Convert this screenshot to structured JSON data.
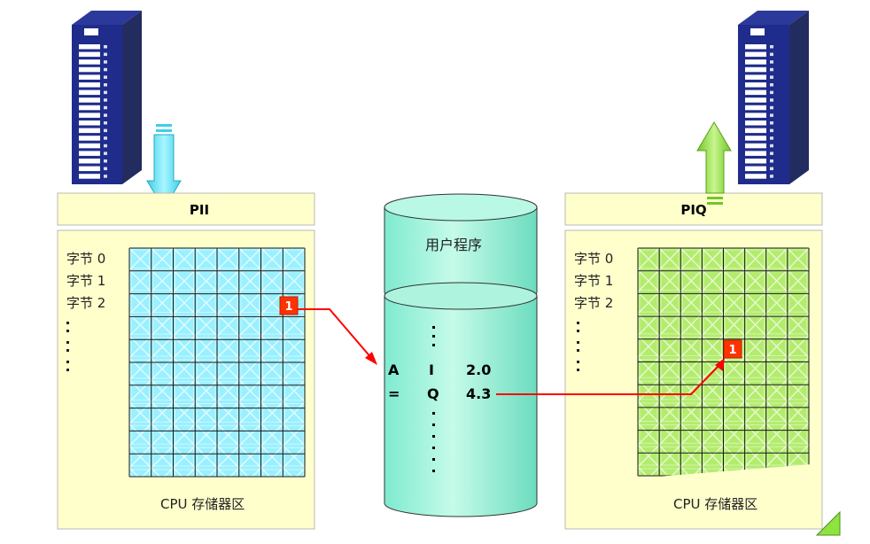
{
  "colors": {
    "panel_fill": "#ffffcc",
    "panel_stroke": "#b8b8b8",
    "pii_cell": "#99f0ff",
    "piq_cell": "#b3ec6d",
    "cylinder_fill": "#9cf5dc",
    "highlight_red": "#ff0000",
    "marker_fill": "#ff3300",
    "plc_blue": "#1f2c8c",
    "arrow_cyan": "#66e6ff",
    "arrow_green": "#8ee33f"
  },
  "pii": {
    "title": "PII",
    "byte_labels": [
      "字节 0",
      "字节 1",
      "字节 2"
    ],
    "memory_label": "CPU 存储器区",
    "marked_bit": "1"
  },
  "piq": {
    "title": "PIQ",
    "byte_labels": [
      "字节 0",
      "字节 1",
      "字节 2"
    ],
    "memory_label": "CPU 存储器区",
    "marked_bit": "1"
  },
  "program": {
    "title": "用户程序",
    "lines": [
      {
        "op": "A",
        "operand": "I",
        "address": "2.0"
      },
      {
        "op": "=",
        "operand": "Q",
        "address": "4.3"
      }
    ]
  },
  "icons": {
    "input_device": "plc-input-module-icon",
    "output_device": "plc-output-module-icon",
    "read_arrow": "down-arrow-icon",
    "write_arrow": "up-arrow-icon"
  }
}
